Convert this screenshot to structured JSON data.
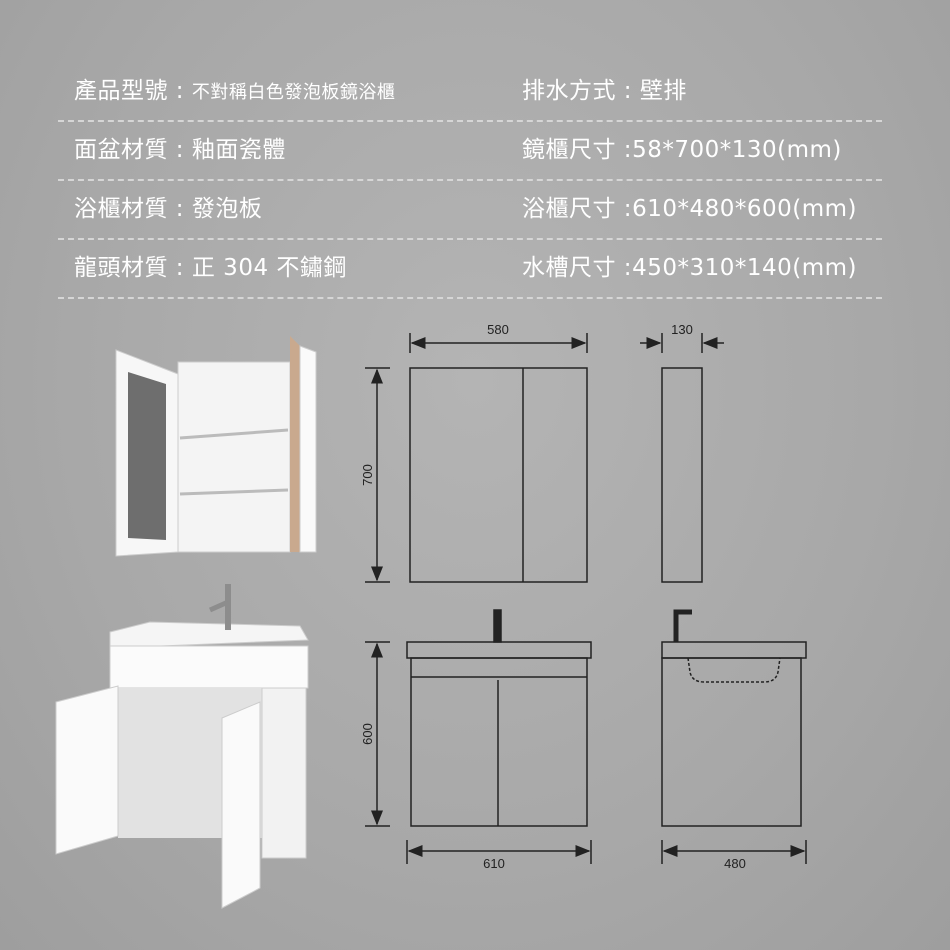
{
  "specs": [
    {
      "left": {
        "label": "產品型號 : ",
        "value": "不對稱白色發泡板鏡浴櫃"
      },
      "right": {
        "label": "排水方式 : ",
        "value": "壁排"
      }
    },
    {
      "left": {
        "label": "面盆材質 : ",
        "value": "釉面瓷體"
      },
      "right": {
        "label": "鏡櫃尺寸 :",
        "value": "58*700*130(mm)"
      }
    },
    {
      "left": {
        "label": "浴櫃材質 : ",
        "value": "發泡板"
      },
      "right": {
        "label": "浴櫃尺寸 :",
        "value": "610*480*600(mm)"
      }
    },
    {
      "left": {
        "label": "龍頭材質 : ",
        "value": "正 304 不鏽鋼"
      },
      "right": {
        "label": "水槽尺寸 :",
        "value": "450*310*140(mm)"
      }
    }
  ],
  "dimensions": {
    "mirror_width": "580",
    "mirror_depth": "130",
    "mirror_height": "700",
    "vanity_height": "600",
    "vanity_width": "610",
    "vanity_depth": "480"
  }
}
